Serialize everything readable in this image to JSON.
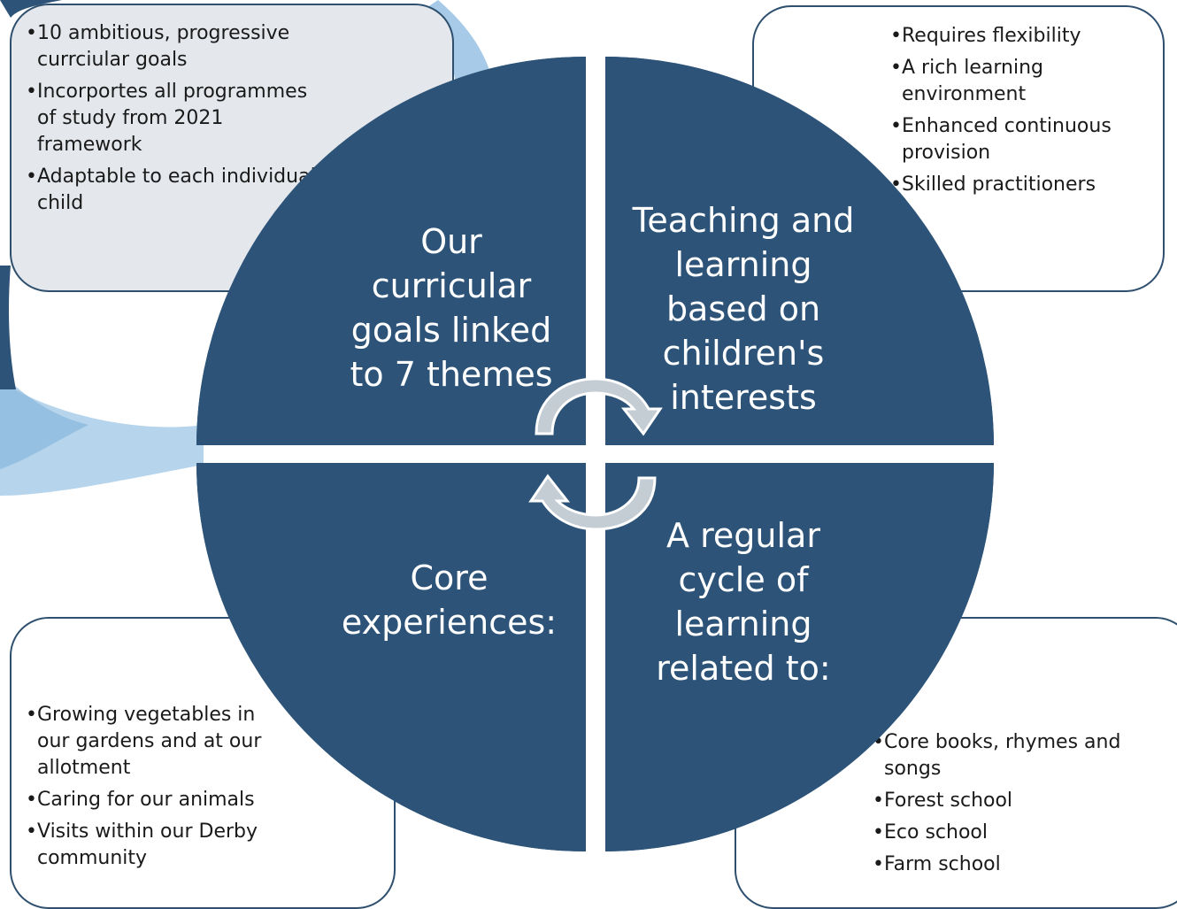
{
  "colors": {
    "quadrant_fill": "#2d5478",
    "box_border": "#2e4f6e",
    "top_left_box_fill": "#e4e7ec",
    "arrow_fill": "#c4ccd4",
    "brush_stroke": "#9cc4e4"
  },
  "quadrants": {
    "top_left": "Our curricular goals linked to 7 themes",
    "top_right": "Teaching and learning based on children's interests",
    "bottom_left": "Core experiences:",
    "bottom_right": "A regular cycle of learning related to:"
  },
  "boxes": {
    "top_left": {
      "items": [
        "10 ambitious, progressive currciular goals",
        "Incorportes all programmes of study from 2021 framework",
        "Adaptable to each individual child"
      ]
    },
    "top_right": {
      "items": [
        "Requires flexibility",
        "A rich learning environment",
        "Enhanced continuous provision",
        "Skilled practitioners"
      ]
    },
    "bottom_left": {
      "items": [
        "Growing vegetables in our gardens and at our allotment",
        "Caring for our animals",
        " Visits within our Derby community"
      ]
    },
    "bottom_right": {
      "items": [
        "Core books, rhymes and songs",
        "Forest school",
        "Eco school",
        "Farm school"
      ]
    }
  },
  "icons": {
    "center_arrows": "circular-arrows-icon"
  }
}
